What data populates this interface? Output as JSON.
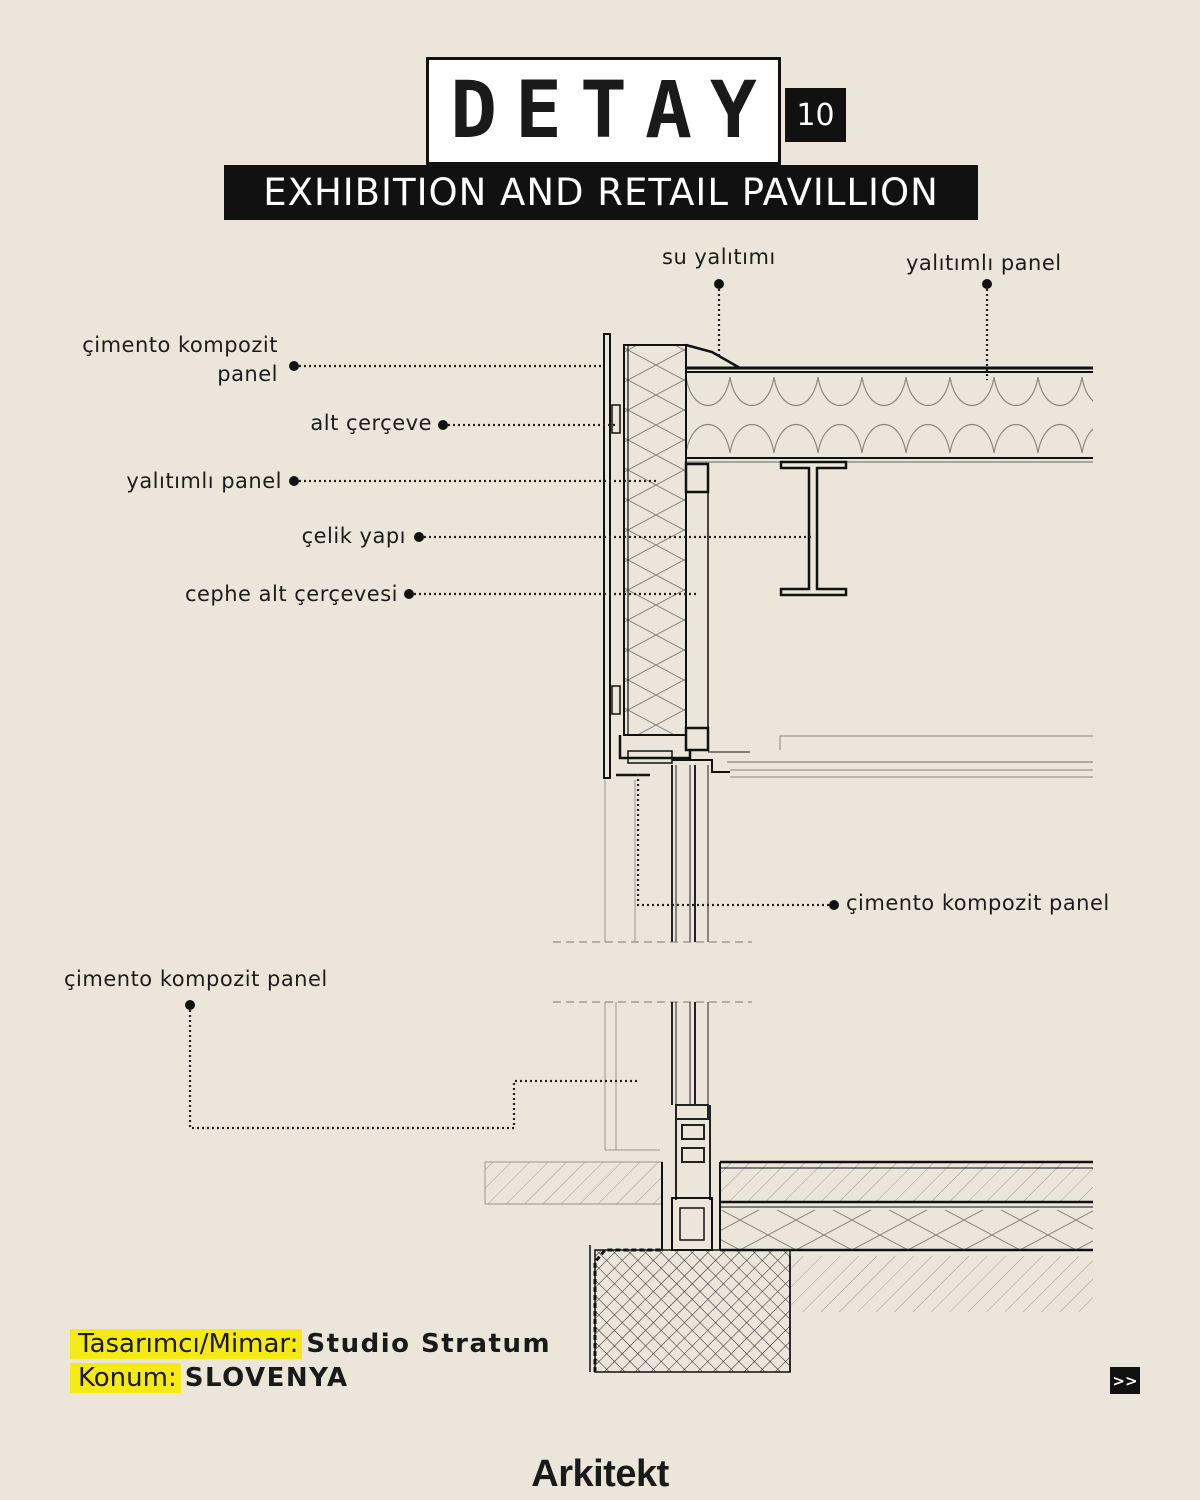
{
  "header": {
    "title": "DETAY",
    "issue_number": "10",
    "subtitle": "EXHIBITION AND RETAIL PAVILLION"
  },
  "callouts": {
    "su_yalitimi": "su yalıtımı",
    "yalitimli_panel_top": "yalıtımlı panel",
    "cimento_kompozit_panel_1_line1": "çimento kompozit",
    "cimento_kompozit_panel_1_line2": "panel",
    "alt_cerceve": "alt çerçeve",
    "yalitimli_panel_left": "yalıtımlı panel",
    "celik_yapi": "çelik yapı",
    "cephe_alt_cercevesi": "cephe alt çerçevesi",
    "cimento_kompozit_panel_2": "çimento kompozit panel",
    "cimento_kompozit_panel_3": "çimento kompozit panel"
  },
  "credits": {
    "designer_label": "Tasarımcı/Mimar:",
    "designer_value": "Studio Stratum",
    "location_label": "Konum:",
    "location_value": "SLOVENYA"
  },
  "navigation": {
    "next_label": ">>"
  },
  "brand": {
    "logo_text": "Arkitekt"
  },
  "colors": {
    "background": "#ece6da",
    "ink": "#111111",
    "highlight": "#f6ea16"
  }
}
